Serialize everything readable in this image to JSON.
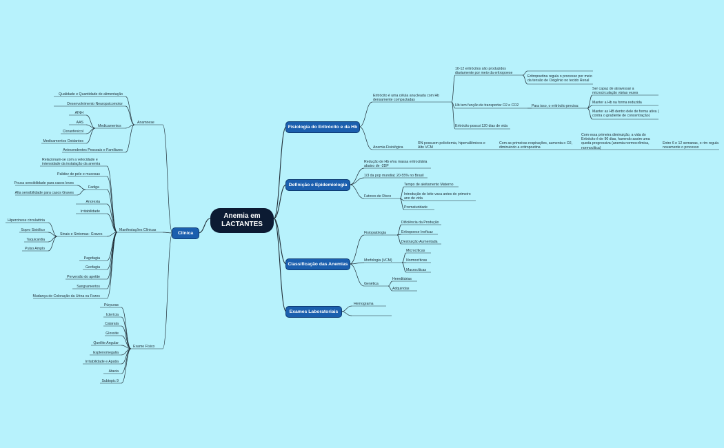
{
  "root": {
    "title": "Anemia em LACTANTES"
  },
  "branches": {
    "fisiologia": "Fisiologia do Eritrócito e da Hb",
    "definicao": "Definição e Epidemiologia",
    "classificacao": "Classificação das Anemias",
    "exames": "Exames Laboratoriais",
    "clinica": "Clínica"
  },
  "fisiologia": {
    "eritrocito": "Eritrócito é uma célula anucleada com Hb densamente compactadas",
    "producao": "10-12 eritrócitos são produzidos diariamente por meio da eritropoese",
    "eritropoetina": "Eritropoetina regula o processo por meio da tensão de Oxigênio no tecido Renal",
    "hb_funcao": "Hb tem função de transportar O2 e CO2",
    "para_isso": "Para isso, o eritrócito precisa:",
    "req_1": "Ser capaz de atravessar a microcirculação várias vezes",
    "req_2": "Manter a Hb na forma reduzida",
    "req_3": "Manter as HB dentro dele de forma ativa ( contra o gradiente de concentração)",
    "vida": "Eritrócito possui 120 dias de vida",
    "anemia_fis": "Anemia Fisiológica",
    "rn": "RN possuem policitemia, hiperválêmicos e Alto VCM",
    "primeiras_resp": "Com as primeiras respirações, aumenta o O2, diminuindo a eritropoetina",
    "diminuicao": "Com essa primeira diminuição, a vida do Eritrócito é de 90 dias, havendo assim uma queda progressiva (anemia normocrômica, normocítica)",
    "entre_6_12": "Entre 6 e 12 semanas, o rim regula novamente o processo"
  },
  "definicao": {
    "reducao": "Redução de Hb e/ou massa eritrocitária abaixo de -2DP",
    "prevalencia": "1/3 da pop mundial; 20-55% no Brasil",
    "fatores": "Fatores de Risco",
    "f1": "Tempo de aleitamento Materno",
    "f2": "Introdução de leite vaca antes do primeiro ano de vida",
    "f3": "Prematuridade"
  },
  "classificacao": {
    "fisiopatologia": "Fisiopatologia",
    "fp1": "Dificiência da Produção",
    "fp2": "Eritropoese Ineficaz",
    "fp3": "Destruição Aumentada",
    "morfologia": "Morfologia (VCM)",
    "m1": "Microcíticas",
    "m2": "Normocíticas",
    "m3": "Macrocíticas",
    "genetica": "Genética",
    "g1": "Hereditárias",
    "g2": "Adquiridas"
  },
  "exames": {
    "hemograma": "Hemograma"
  },
  "clinica": {
    "anamnese": "Anamnese",
    "an1": "Qualidade e Quantidade de alimentação",
    "an2": "Desenvolvimento Neuropsicomotor",
    "medicamentos": "Medicamentos",
    "med1": "AINH",
    "med2": "AAS",
    "med3": "Cloranfenicol",
    "med4": "Medicamentos Oxidantes",
    "an3": "Antecendentes Pessoais e Familiares",
    "manifestacoes": "Manifestações Clínicas",
    "mc1": "Relacionam-se com a velocidade e intensidade da instalação da anemia",
    "mc2": "Palidez de pele e mucosas",
    "fadiga": "Fadiga",
    "fad1": "Pouca sensibilidade para casos leves",
    "fad2": "Alta sensibilidade para casos Graves",
    "mc3": "Anorexia",
    "mc4": "Irritabilidade",
    "sinais": "Sinais e Sintomas- Graves",
    "s1": "Hipercinese circulatória",
    "s2": "Sopro Sistólico",
    "s3": "Taquicardia",
    "s4": "Pulso Amplo",
    "mc5": "Pagofagia",
    "mc6": "Geofagia",
    "mc7": "Perversão do apetite",
    "mc8": "Sangramentos",
    "mc9": "Mudança de Coloração da Urina ou Fezes",
    "exame_fisico": "Exame Físico",
    "ef1": "Púrpuras",
    "ef2": "Icterícia",
    "ef3": "Catarata",
    "ef4": "Glossite",
    "ef5": "Queilite Angular",
    "ef6": "Esplenomegalia",
    "ef7": "Irritabilidade e Apatia",
    "ef8": "Ataxia",
    "ef9": "Subtopic 9"
  },
  "colors": {
    "background": "#b7f2fc",
    "branch": "#1b5fae",
    "root": "#0c1b33",
    "line": "#1f2c35"
  }
}
